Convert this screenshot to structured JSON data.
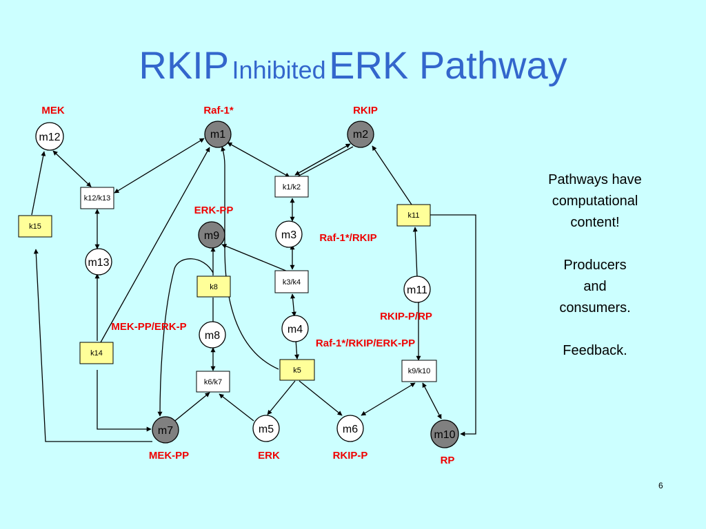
{
  "title": {
    "part1": "RKIP",
    "part2": "Inhibited",
    "part3": "ERK Pathway"
  },
  "labels": {
    "mek": "MEK",
    "raf1": "Raf-1*",
    "rkip": "RKIP",
    "erk_pp": "ERK-PP",
    "raf1_rkip": "Raf-1*/RKIP",
    "rkip_p_rp": "RKIP-P/RP",
    "mek_pp_erk_p": "MEK-PP/ERK-P",
    "raf1_rkip_erk_pp": "Raf-1*/RKIP/ERK-PP",
    "mek_pp": "MEK-PP",
    "erk": "ERK",
    "rkip_p": "RKIP-P",
    "rp": "RP"
  },
  "nodes": {
    "m1": "m1",
    "m2": "m2",
    "m3": "m3",
    "m4": "m4",
    "m5": "m5",
    "m6": "m6",
    "m7": "m7",
    "m8": "m8",
    "m9": "m9",
    "m10": "m10",
    "m11": "m11",
    "m12": "m12",
    "m13": "m13"
  },
  "reactions": {
    "k1k2": "k1/k2",
    "k3k4": "k3/k4",
    "k5": "k5",
    "k6k7": "k6/k7",
    "k8": "k8",
    "k9k10": "k9/k10",
    "k11": "k11",
    "k12k13": "k12/k13",
    "k14": "k14",
    "k15": "k15"
  },
  "notes": {
    "line1": "Pathways have",
    "line2": "computational",
    "line3": "content!",
    "line4": "Producers",
    "line5": "and",
    "line6": "consumers.",
    "line7": "Feedback."
  },
  "page_number": "6",
  "colors": {
    "background": "#ccffff",
    "title": "#3366cc",
    "label": "#ee0000",
    "filled_node": "#808080",
    "empty_node": "#ffffff",
    "yellow_box": "#ffff99",
    "white_box": "#ffffff"
  }
}
